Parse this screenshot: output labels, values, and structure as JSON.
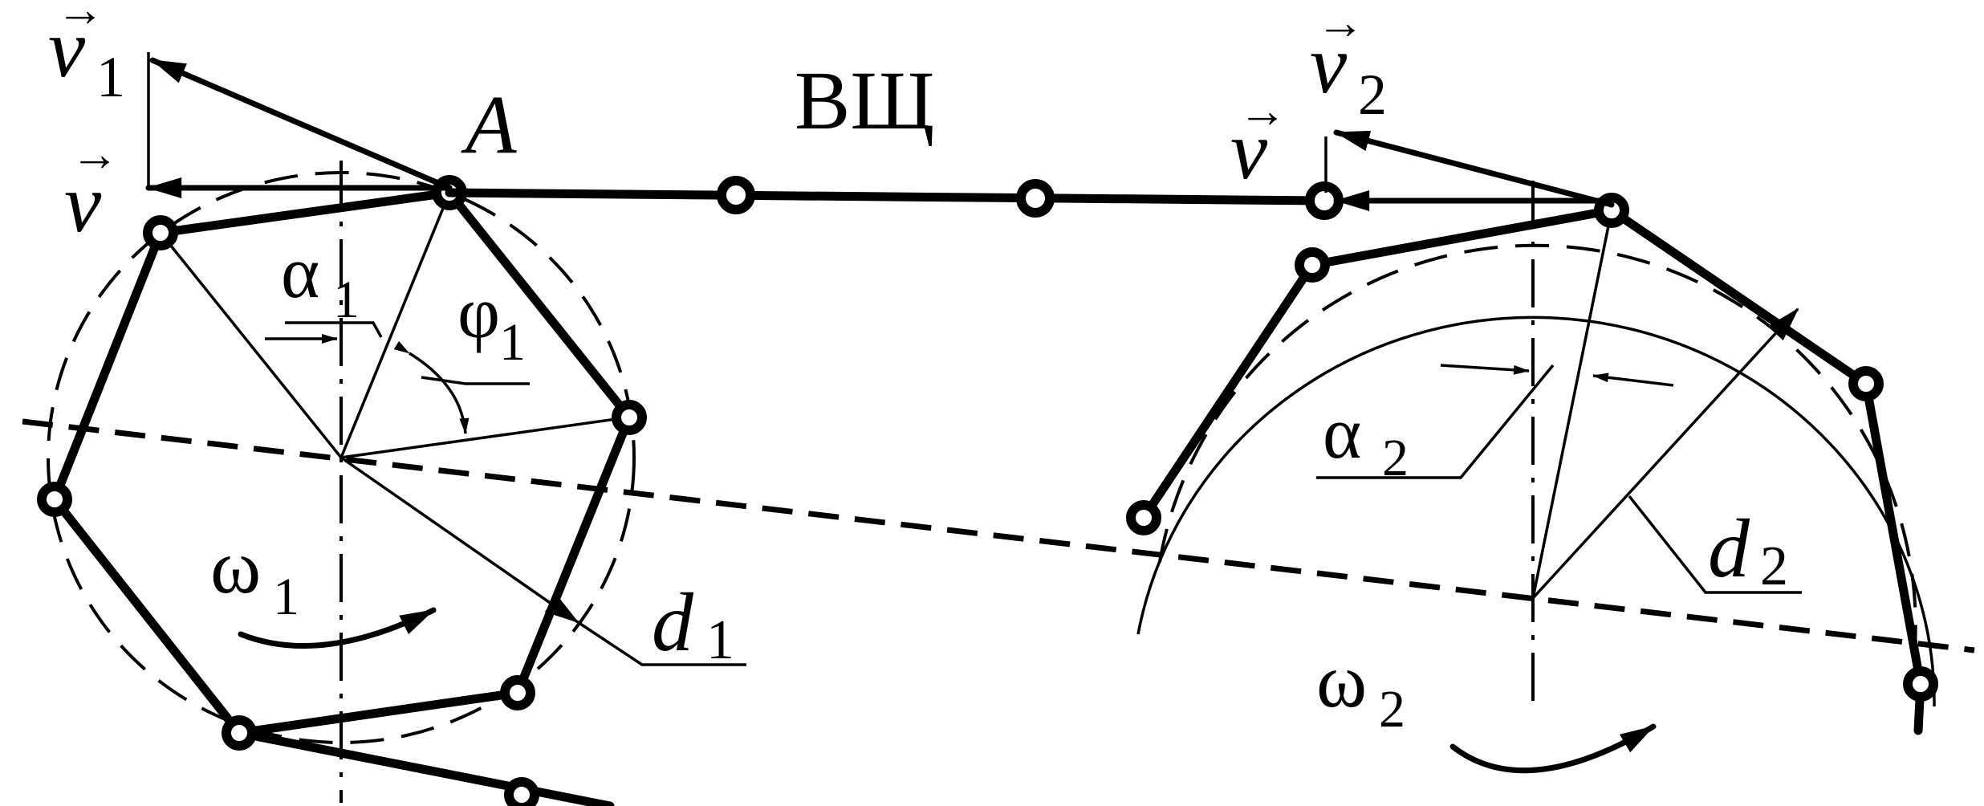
{
  "labels": {
    "v1": "v",
    "v1_sub": "1",
    "v_left": "v",
    "A": "A",
    "VSh": "ВЩ",
    "v2": "v",
    "v2_sub": "2",
    "v_right": "v",
    "alpha1": "α",
    "alpha1_sub": "1",
    "phi1": "φ",
    "phi1_sub": "1",
    "omega1": "ω",
    "omega1_sub": "1",
    "d1": "d",
    "d1_sub": "1",
    "alpha2": "α",
    "alpha2_sub": "2",
    "d2": "d",
    "d2_sub": "2",
    "omega2": "ω",
    "omega2_sub": "2"
  }
}
